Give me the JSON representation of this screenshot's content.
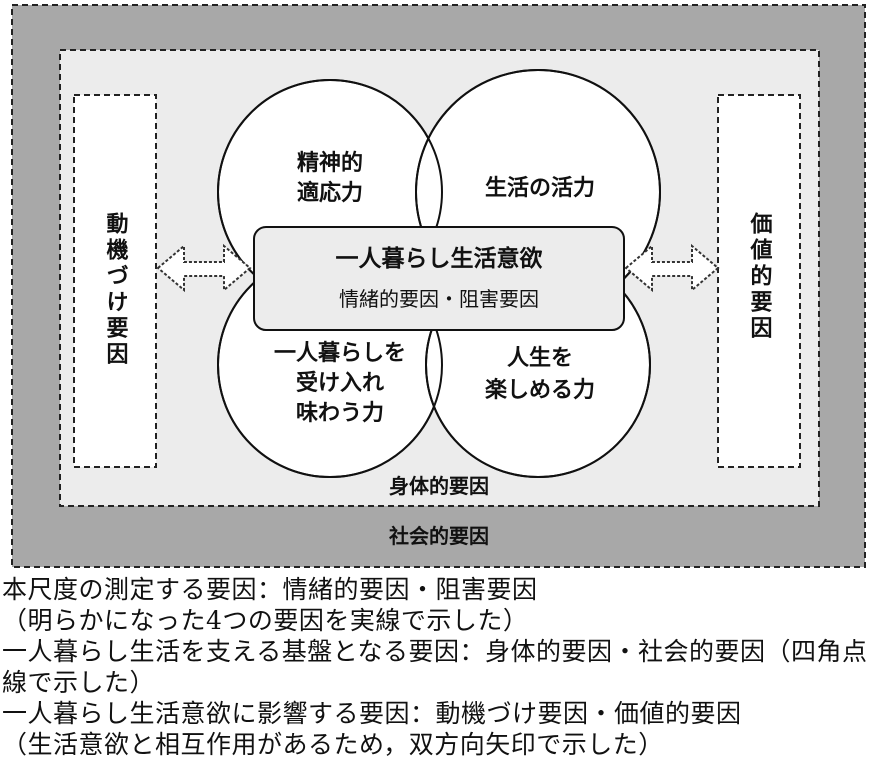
{
  "diagram": {
    "outer_label": "社会的要因",
    "inner_label": "身体的要因",
    "left_box": "動機づけ要因",
    "right_box": "価値的要因",
    "circles": {
      "top_left": [
        "精神的",
        "適応力"
      ],
      "top_right": "生活の活力",
      "bottom_left": [
        "一人暮らしを",
        "受け入れ",
        "味わう力"
      ],
      "bottom_right": [
        "人生を",
        "楽しめる力"
      ]
    },
    "center_box": {
      "title": "一人暮らし生活意欲",
      "subtitle": "情緒的要因・阻害要因"
    }
  },
  "caption": {
    "line1": "本尺度の測定する要因：情緒的要因・阻害要因",
    "line2": "（明らかになった4つの要因を実線で示した）",
    "line3": "一人暮らし生活を支える基盤となる要因：身体的要因・社会的要因（四角点線で示した）",
    "line4": "一人暮らし生活意欲に影響する要因：動機づけ要因・価値的要因",
    "line5": "（生活意欲と相互作用があるため，双方向矢印で示した）"
  }
}
